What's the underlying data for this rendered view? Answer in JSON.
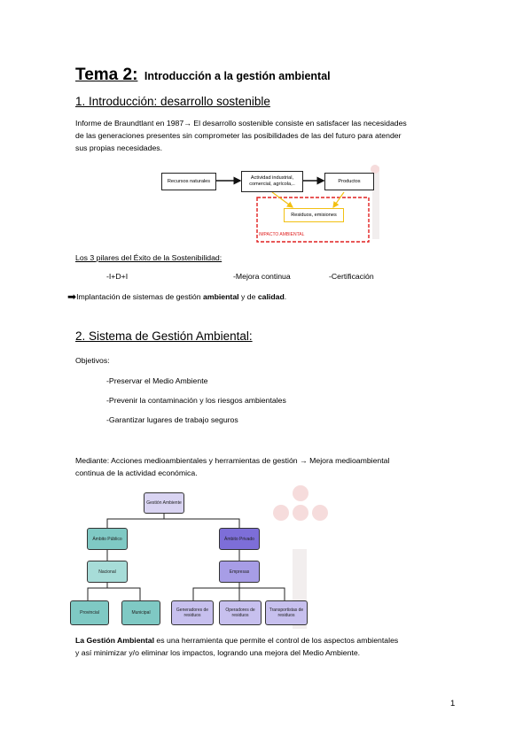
{
  "header": {
    "tema": "Tema 2:",
    "subtitle": "Introducción a la gestión ambiental"
  },
  "section1": {
    "heading": "1. Introducción: desarrollo sostenible",
    "intro_line1": "Informe de Braundtlant en 1987→ El desarrollo sostenible consiste en satisfacer las necesidades",
    "intro_line2": "de las generaciones presentes sin comprometer las posibilidades de las del futuro para atender",
    "intro_line3": "sus propias necesidades.",
    "diagram": {
      "box1": "Recursos naturales",
      "box2": "Actividad industrial, comercial, agrícola,..",
      "box3": "Productos",
      "box4": "Residuos, emisiones",
      "impact_label": "IMPACTO AMBIENTAL"
    },
    "pillars_heading": "Los 3 pilares del Éxito de la Sostenibilidad:",
    "pillar1": "-I+D+I",
    "pillar2": "-Mejora continua",
    "pillar3": "-Certificación",
    "implant_prefix": "Implantación de sistemas de gestión ",
    "implant_bold1": "ambiental",
    "implant_mid": " y de ",
    "implant_bold2": "calidad",
    "implant_end": "."
  },
  "section2": {
    "heading": "2. Sistema de Gestión Ambiental:",
    "objetivos_label": "Objetivos:",
    "obj1": "-Preservar el Medio Ambiente",
    "obj2": "-Prevenir la contaminación y los riesgos ambientales",
    "obj3": "-Garantizar lugares de trabajo seguros",
    "mediante_line1": "Mediante: Acciones medioambientales y herramientas de gestión → Mejora medioambiental",
    "mediante_line2": "continua de la actividad económica.",
    "tree": {
      "root": "Gestión Ambiente",
      "left": "Ámbito Público",
      "right": "Ámbito Privado",
      "left_child": "Nacional",
      "right_child": "Empresas",
      "leaf1": "Provincial",
      "leaf2": "Municipal",
      "leaf3": "Generadores de residuos",
      "leaf4": "Operadores de residuos",
      "leaf5": "Transportistas de residuos"
    },
    "final_bold": "La Gestión Ambiental",
    "final_line1_rest": " es una herramienta que permite el control de los aspectos ambientales",
    "final_line2": "y así minimizar y/o eliminar los impactos, logrando una mejora del Medio Ambiente."
  },
  "footer": {
    "page_number": "1"
  },
  "colors": {
    "teal_node": "#7fc9c4",
    "teal_node_light": "#a7dcd8",
    "purple_node": "#7d6ed8",
    "purple_node_light": "#c7c0ee",
    "root_node": "#d9d4f2",
    "impact_red": "#e02020",
    "residuos_yellow": "#f2c012"
  }
}
